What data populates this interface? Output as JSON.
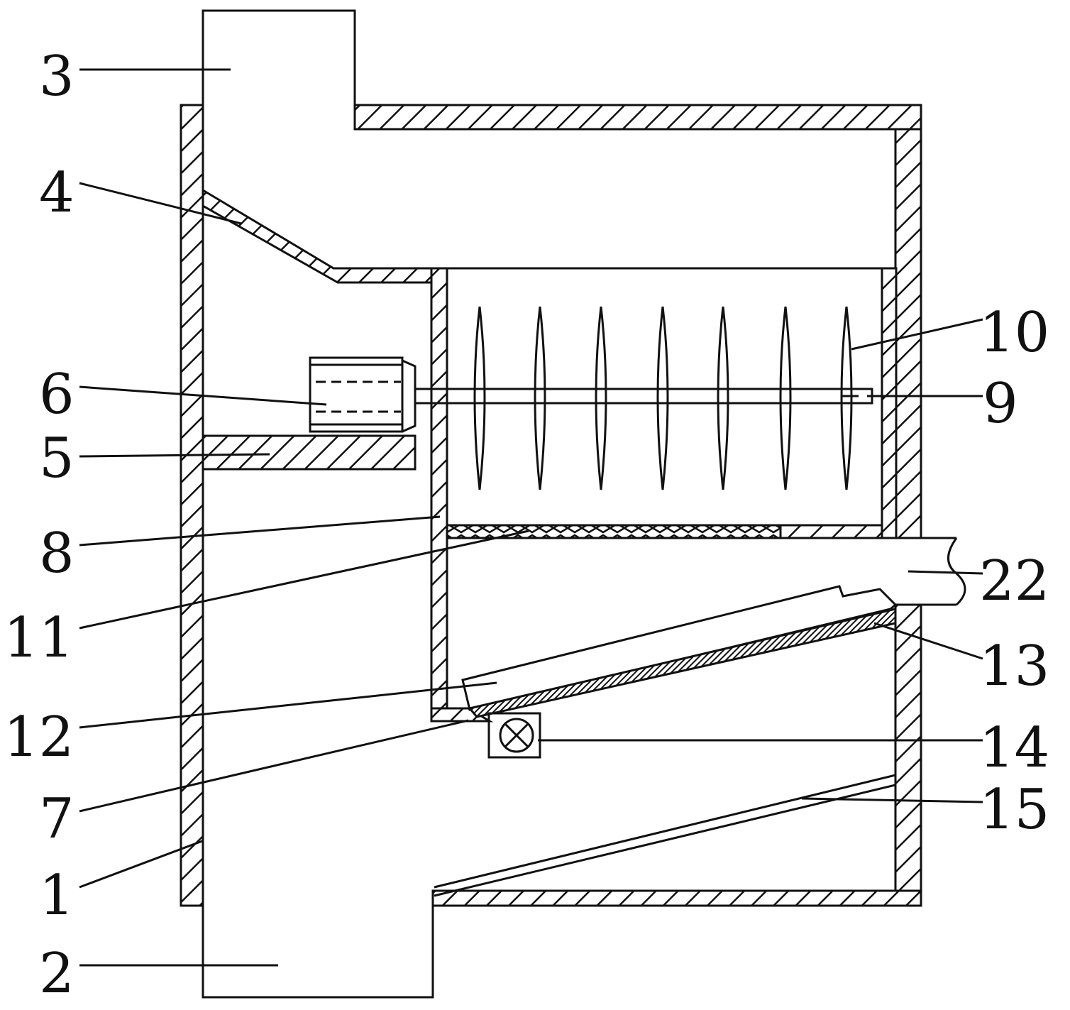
{
  "colors": {
    "line": "#111111",
    "background": "#ffffff"
  },
  "callouts": {
    "c1": "1",
    "c2": "2",
    "c3": "3",
    "c4": "4",
    "c5": "5",
    "c6": "6",
    "c7": "7",
    "c8": "8",
    "c9": "9",
    "c10": "10",
    "c11": "11",
    "c12": "12",
    "c13": "13",
    "c14": "14",
    "c15": "15",
    "c22": "22"
  }
}
